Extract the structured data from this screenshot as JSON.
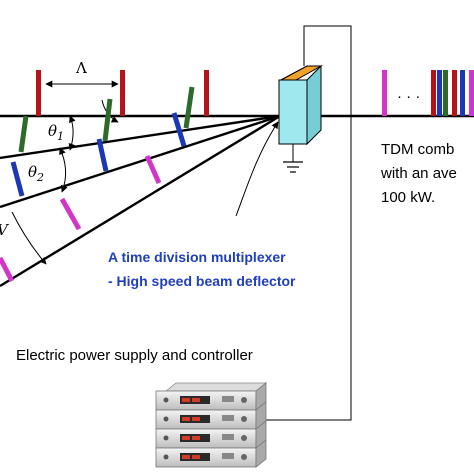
{
  "labels": {
    "period_symbol": "Λ",
    "theta1": "θ",
    "theta1_sub": "1",
    "theta2": "θ",
    "theta2_sub": "2",
    "left_partial": "V",
    "dots": "· · ·",
    "multiplexer_line1": "A time division multiplexer",
    "multiplexer_line2": "- High speed beam deflector",
    "power_supply": "Electric power supply and controller",
    "tdm_line1": "TDM comb",
    "tdm_line2": "with an ave",
    "tdm_line3": "100 kW."
  },
  "colors": {
    "red": "#b5131a",
    "green": "#2e6b2a",
    "blue": "#1d37b5",
    "magenta": "#d236c8",
    "orange": "#f2a22a",
    "cyan": "#9fe8ee",
    "label_blue": "#1f3fbf"
  },
  "pulse_trains": [
    {
      "train": "top",
      "colors": [
        "red",
        "red",
        "red"
      ]
    },
    {
      "train": "upper",
      "colors": [
        "green",
        "green",
        "green"
      ]
    },
    {
      "train": "middle",
      "colors": [
        "blue",
        "blue",
        "blue"
      ]
    },
    {
      "train": "lower",
      "colors": [
        "magenta",
        "magenta"
      ]
    },
    {
      "train": "output",
      "colors": [
        "magenta",
        "red",
        "blue",
        "green",
        "red",
        "blue",
        "magenta"
      ]
    }
  ],
  "icons": [
    "beam-deflector-icon",
    "ground-icon",
    "power-supply-icon"
  ]
}
